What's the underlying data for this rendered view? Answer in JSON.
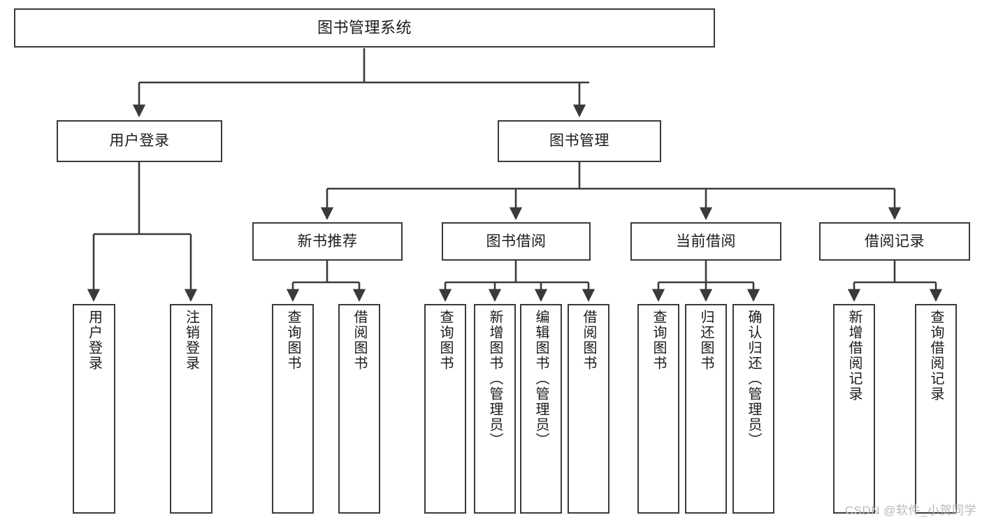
{
  "diagram": {
    "title": "图书管理系统",
    "type": "hierarchy-tree",
    "edge_color": "#3a3a3a",
    "node_border_color": "#3a3a3a",
    "node_fill_color": "#ffffff",
    "text_color": "#1b1b1b",
    "watermark": "CSDN @软件_小贺同学",
    "levels": [
      {
        "level": 1,
        "nodes": [
          "图书管理系统"
        ]
      },
      {
        "level": 2,
        "nodes": [
          "用户登录",
          "图书管理"
        ]
      },
      {
        "level": 3,
        "nodes": [
          "新书推荐",
          "图书借阅",
          "当前借阅",
          "借阅记录"
        ]
      },
      {
        "level": 4,
        "nodes": [
          "用户登录",
          "注销登录",
          "查询图书",
          "借阅图书",
          "查询图书",
          "新增图书（管理员）",
          "编辑图书（管理员）",
          "借阅图书",
          "查询图书",
          "归还图书",
          "确认归还（管理员）",
          "新增借阅记录",
          "查询借阅记录"
        ]
      }
    ],
    "nodes": {
      "root": {
        "label": "图书管理系统"
      },
      "user_login": {
        "label": "用户登录"
      },
      "book_manage": {
        "label": "图书管理"
      },
      "new_book_rec": {
        "label": "新书推荐"
      },
      "book_borrow": {
        "label": "图书借阅"
      },
      "current_borrow": {
        "label": "当前借阅"
      },
      "borrow_record": {
        "label": "借阅记录"
      },
      "leaf_user_login": {
        "label": "用户登录"
      },
      "leaf_logout": {
        "label": "注销登录"
      },
      "leaf_query_book_1": {
        "label": "查询图书"
      },
      "leaf_borrow_book_1": {
        "label": "借阅图书"
      },
      "leaf_query_book_2": {
        "label": "查询图书"
      },
      "leaf_add_book_admin": {
        "label": "新增图书（管理员）"
      },
      "leaf_edit_book_admin": {
        "label": "编辑图书（管理员）"
      },
      "leaf_borrow_book_2": {
        "label": "借阅图书"
      },
      "leaf_query_book_3": {
        "label": "查询图书"
      },
      "leaf_return_book": {
        "label": "归还图书"
      },
      "leaf_confirm_return_admin": {
        "label": "确认归还（管理员）"
      },
      "leaf_add_record": {
        "label": "新增借阅记录"
      },
      "leaf_query_record": {
        "label": "查询借阅记录"
      }
    },
    "edges": [
      {
        "from": "root",
        "to": "user_login"
      },
      {
        "from": "root",
        "to": "book_manage"
      },
      {
        "from": "user_login",
        "to": "leaf_user_login"
      },
      {
        "from": "user_login",
        "to": "leaf_logout"
      },
      {
        "from": "book_manage",
        "to": "new_book_rec"
      },
      {
        "from": "book_manage",
        "to": "book_borrow"
      },
      {
        "from": "book_manage",
        "to": "current_borrow"
      },
      {
        "from": "book_manage",
        "to": "borrow_record"
      },
      {
        "from": "new_book_rec",
        "to": "leaf_query_book_1"
      },
      {
        "from": "new_book_rec",
        "to": "leaf_borrow_book_1"
      },
      {
        "from": "book_borrow",
        "to": "leaf_query_book_2"
      },
      {
        "from": "book_borrow",
        "to": "leaf_add_book_admin"
      },
      {
        "from": "book_borrow",
        "to": "leaf_edit_book_admin"
      },
      {
        "from": "book_borrow",
        "to": "leaf_borrow_book_2"
      },
      {
        "from": "current_borrow",
        "to": "leaf_query_book_3"
      },
      {
        "from": "current_borrow",
        "to": "leaf_return_book"
      },
      {
        "from": "current_borrow",
        "to": "leaf_confirm_return_admin"
      },
      {
        "from": "borrow_record",
        "to": "leaf_add_record"
      },
      {
        "from": "borrow_record",
        "to": "leaf_query_record"
      }
    ]
  }
}
